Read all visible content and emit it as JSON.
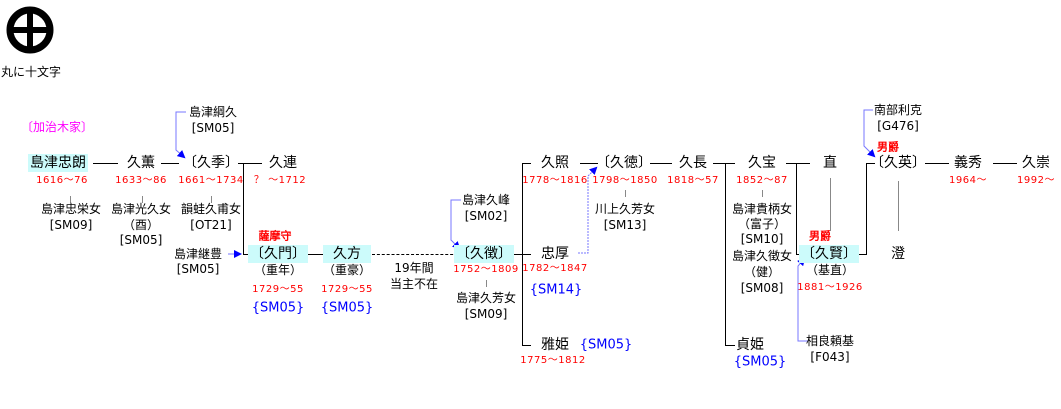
{
  "crest": {
    "caption": "丸に十文字"
  },
  "family_label": "〔加治木家〕",
  "colors": {
    "highlight": "#ccfbfb",
    "date": "#ff0000",
    "ref": "#0000ff",
    "family": "#ff00ff",
    "arrow": "#0000ff"
  },
  "gen1": {
    "name": "島津忠朗",
    "dates": "1616〜76",
    "spouse": "島津忠栄女",
    "spouse_ref": "[SM09]"
  },
  "gen2": {
    "name": "久薫",
    "dates": "1633〜86",
    "spouse": "島津光久女",
    "spouse_alias": "（酉）",
    "spouse_ref": "[SM05]"
  },
  "gen3": {
    "name": "〔久季〕",
    "dates": "1661〜1734",
    "spouse": "韻蛙久甫女",
    "spouse_ref": "[OT21]",
    "father": "島津綱久",
    "father_ref": "[SM05]"
  },
  "hisatsura": {
    "name": "久連",
    "dates": "？ 〜1712"
  },
  "hisakado": {
    "title": "薩摩守",
    "name": "〔久門〕",
    "alias": "（重年）",
    "dates": "1729〜55",
    "ref": "{SM05}",
    "father": "島津継豊",
    "father_ref": "[SM05]"
  },
  "hisakata": {
    "name": "久方",
    "alias": "（重豪）",
    "dates": "1729〜55",
    "ref": "{SM05}"
  },
  "gap": {
    "line1": "19年間",
    "line2": "当主不在"
  },
  "hisanaga_chou": {
    "name": "〔久徴〕",
    "dates": "1752〜1809",
    "spouse": "島津久芳女",
    "spouse_ref": "[SM09]",
    "father": "島津久峰",
    "father_ref": "[SM02]"
  },
  "hisateru": {
    "name": "久照",
    "dates": "1778〜1816"
  },
  "tadaatsu": {
    "name": "忠厚",
    "dates": "1782〜1847",
    "ref": "{SM14}"
  },
  "masahime": {
    "name": "雅姫",
    "dates": "1775〜1812",
    "ref": "{SM05}"
  },
  "hisanori": {
    "name": "〔久徳〕",
    "dates": "1798〜1850",
    "spouse": "川上久芳女",
    "spouse_ref": "[SM13]"
  },
  "hisanaga": {
    "name": "久長",
    "dates": "1818〜57"
  },
  "hisataka": {
    "name": "久宝",
    "dates": "1852〜87",
    "spouse1": "島津貴柄女",
    "spouse1_alias": "（富子）",
    "spouse1_ref": "[SM10]",
    "spouse2": "島津久徴女",
    "spouse2_alias": "（健）",
    "spouse2_ref": "[SM08]"
  },
  "sadahime": {
    "name": "貞姫",
    "ref": "{SM05}"
  },
  "nao": {
    "name": "直"
  },
  "hisakata2": {
    "title": "男爵",
    "name": "〔久賢〕",
    "alias": "（基直）",
    "dates": "1881〜1926",
    "father": "相良頼基",
    "father_ref": "[F043]"
  },
  "hisahide": {
    "title": "男爵",
    "name": "〔久英〕",
    "father": "南部利克",
    "father_ref": "[G476]"
  },
  "kiyoshi": {
    "name": "澄"
  },
  "yoshihide": {
    "name": "義秀",
    "dates": "1964〜"
  },
  "hisataka2": {
    "name": "久崇",
    "dates": "1992〜"
  }
}
